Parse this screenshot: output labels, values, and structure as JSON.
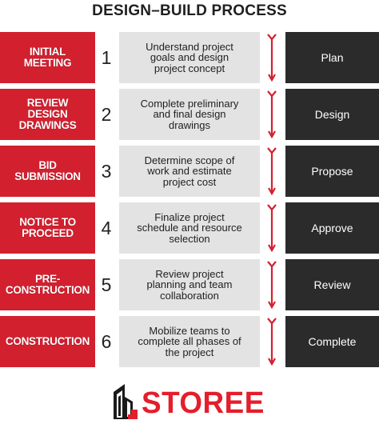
{
  "title": "DESIGN–BUILD PROCESS",
  "accent_color": "#d3202f",
  "steps": [
    {
      "stage": "INITIAL\nMEETING",
      "number": "1",
      "description": "Understand project\ngoals and design\nproject concept",
      "phase": "Plan"
    },
    {
      "stage": "REVIEW\nDESIGN\nDRAWINGS",
      "number": "2",
      "description": "Complete preliminary\nand final design\ndrawings",
      "phase": "Design"
    },
    {
      "stage": "BID\nSUBMISSION",
      "number": "3",
      "description": "Determine scope of\nwork and estimate\nproject cost",
      "phase": "Propose"
    },
    {
      "stage": "NOTICE TO\nPROCEED",
      "number": "4",
      "description": "Finalize project\nschedule and resource\nselection",
      "phase": "Approve"
    },
    {
      "stage": "PRE-\nCONSTRUCTION",
      "number": "5",
      "description": "Review project\nplanning and team\ncollaboration",
      "phase": "Review"
    },
    {
      "stage": "CONSTRUCTION",
      "number": "6",
      "description": "Mobilize teams to\ncomplete all phases of\nthe project",
      "phase": "Complete"
    }
  ],
  "logo": {
    "text": "STOREE",
    "icon": "building-icon"
  }
}
